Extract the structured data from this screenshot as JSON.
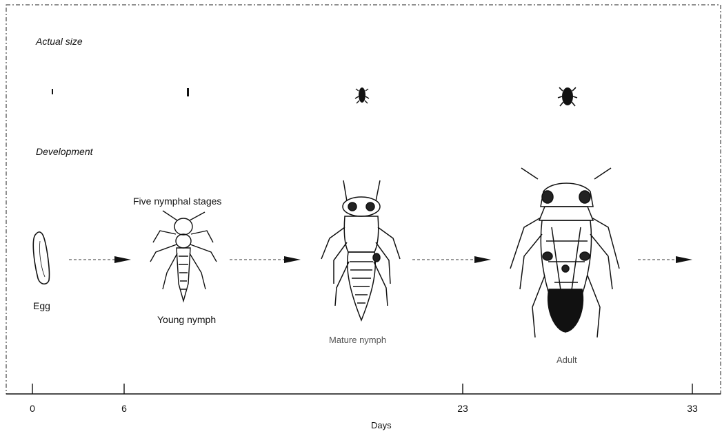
{
  "sections": {
    "actual_size": "Actual size",
    "development": "Development"
  },
  "stages": {
    "egg": "Egg",
    "nymphal_note": "Five nymphal stages",
    "young": "Young nymph",
    "mature": "Mature nymph",
    "adult": "Adult"
  },
  "axis": {
    "title": "Days",
    "ticks": [
      "0",
      "6",
      "23",
      "33"
    ]
  },
  "icons": {
    "egg": "egg-icon",
    "young": "young-nymph-insect-icon",
    "mature": "mature-nymph-insect-icon",
    "adult": "adult-leafhopper-icon",
    "arrow": "arrow-right-icon"
  },
  "colors": {
    "ink": "#111111",
    "paper": "#ffffff"
  }
}
